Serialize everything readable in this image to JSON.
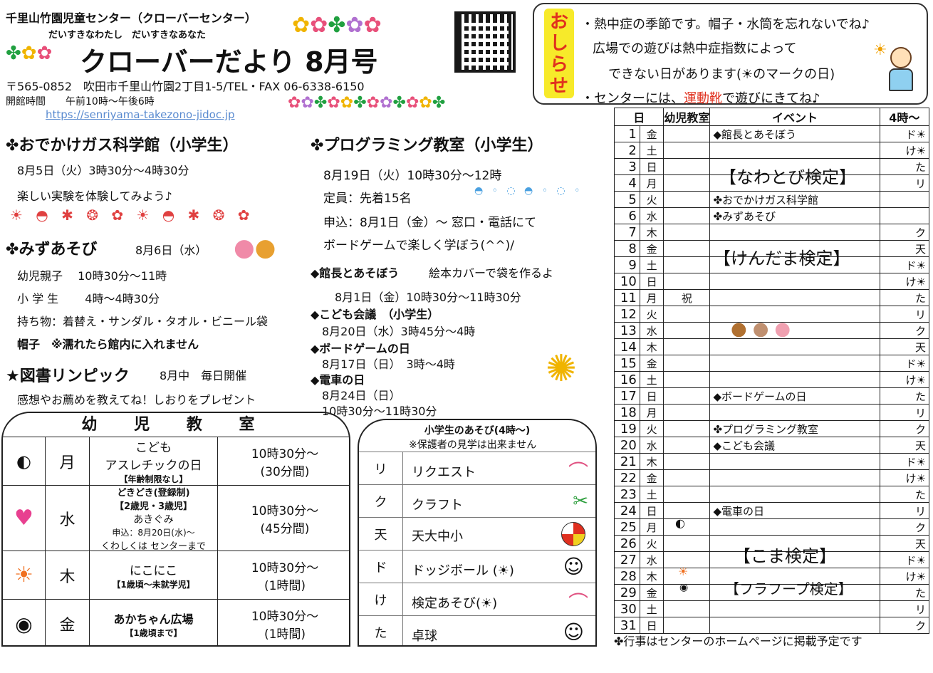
{
  "header": {
    "org": "千里山竹園児童センター（クローバーセンター）",
    "tagline": "だいすきなわたし　だいすきなあなた",
    "title": "クローバーだより 8月号",
    "address": "〒565-0852　吹田市千里山竹園2丁目1-5/TEL・FAX 06-6338-6150",
    "hours": "開館時間　　午前10時～午後6時",
    "url": "https://senriyama-takezono-jidoc.jp"
  },
  "notice": {
    "label": "おしらせ",
    "line1": "・熱中症の季節です。帽子・水筒を忘れないでね♪",
    "line2": "広場での遊びは熱中症指数によって",
    "line3": "できない日があります(☀のマークの日)",
    "line4a": "・センターには、",
    "line4b": "運動靴",
    "line4c": "で遊びにきてね♪"
  },
  "gas": {
    "heading": "おでかけガス科学館（小学生）",
    "date": "8月5日（火）3時30分～4時30分",
    "desc": "楽しい実験を体験してみよう♪"
  },
  "water": {
    "heading": "みずあそび",
    "date": "8月6日（水）",
    "l1": "幼児親子　 10時30分～11時",
    "l2": "小 学 生　　 4時～4時30分",
    "l3": "持ち物：着替え・サンダル・タオル・ビニール袋",
    "l4": "帽子　※濡れたら館内に入れません"
  },
  "library": {
    "heading": "★図書リンピック",
    "date": "8月中　毎日開催",
    "desc": "感想やお薦めを教えてね！しおりをプレゼント"
  },
  "prog": {
    "heading": "プログラミング教室（小学生）",
    "l1": "8月19日（火）10時30分～12時",
    "l2": "定員：先着15名",
    "l3": "申込：8月1日（金）～ 窓口・電話にて",
    "l4": "ボードゲームで楽しく学ぼう(^^)/",
    "kancho_h": "◆館長とあそぼう",
    "kancho_d": "絵本カバーで袋を作るよ",
    "kancho_t": "8月1日（金）10時30分～11時30分",
    "kodomo_h": "◆こども会議　（小学生）",
    "kodomo_t": "8月20日（水）3時45分～4時",
    "board_h": "◆ボードゲームの日",
    "board_t": "8月17日（日）　3時～4時",
    "train_h": "◆電車の日",
    "train_t1": "8月24日（日）",
    "train_t2": "10時30分～11時30分"
  },
  "yoji": {
    "title": "幼 児 教 室",
    "rows": [
      {
        "day": "月",
        "n1": "こども",
        "n2": "アスレチックの日",
        "n3": "【年齢制限なし】",
        "n4": "",
        "n5": "",
        "t1": "10時30分～",
        "t2": "(30分間)"
      },
      {
        "day": "水",
        "n1": "どきどき(登録制)",
        "n2": "【2歳児・3歳児】",
        "n3": "あきぐみ",
        "n4": "申込：8月20日(水)～",
        "n5": "くわしくは センターまで",
        "t1": "10時30分～",
        "t2": "(45分間)"
      },
      {
        "day": "木",
        "n1": "にこにこ",
        "n2": "【1歳頃～未就学児】",
        "n3": "",
        "n4": "",
        "n5": "",
        "t1": "10時30分～",
        "t2": "(1時間)"
      },
      {
        "day": "金",
        "n1": "あかちゃん広場",
        "n2": "【1歳頃まで】",
        "n3": "",
        "n4": "",
        "n5": "",
        "t1": "10時30分～",
        "t2": "(1時間)"
      }
    ]
  },
  "play": {
    "title": "小学生のあそび(4時～)",
    "note": "※保護者の見学は出来ません",
    "rows": [
      {
        "code": "リ",
        "name": "リクエスト"
      },
      {
        "code": "ク",
        "name": "クラフト"
      },
      {
        "code": "天",
        "name": "天大中小"
      },
      {
        "code": "ド",
        "name": "ドッジボール (☀)"
      },
      {
        "code": "け",
        "name": "検定あそび(☀)"
      },
      {
        "code": "た",
        "name": "卓球"
      }
    ]
  },
  "calendar": {
    "headers": [
      "日",
      "幼児教室",
      "イベント",
      "4時～"
    ],
    "rows": [
      {
        "d": "1",
        "w": "金",
        "y": "",
        "e": "◆館長とあそぼう",
        "p": "ド☀"
      },
      {
        "d": "2",
        "w": "土",
        "y": "",
        "e": "",
        "p": "け☀"
      },
      {
        "d": "3",
        "w": "日",
        "y": "",
        "e": "",
        "p": "た"
      },
      {
        "d": "4",
        "w": "月",
        "y": "",
        "e": "",
        "p": "リ"
      },
      {
        "d": "5",
        "w": "火",
        "y": "",
        "e": "おでかけガス科学館",
        "p": ""
      },
      {
        "d": "6",
        "w": "水",
        "y": "",
        "e": "みずあそび",
        "p": ""
      },
      {
        "d": "7",
        "w": "木",
        "y": "",
        "e": "",
        "p": "ク"
      },
      {
        "d": "8",
        "w": "金",
        "y": "",
        "e": "",
        "p": "天"
      },
      {
        "d": "9",
        "w": "土",
        "y": "",
        "e": "",
        "p": "ド☀"
      },
      {
        "d": "10",
        "w": "日",
        "y": "",
        "e": "",
        "p": "け☀"
      },
      {
        "d": "11",
        "w": "月",
        "y": "祝",
        "e": "",
        "p": "た"
      },
      {
        "d": "12",
        "w": "火",
        "y": "",
        "e": "",
        "p": "リ"
      },
      {
        "d": "13",
        "w": "水",
        "y": "",
        "e": "",
        "p": "ク"
      },
      {
        "d": "14",
        "w": "木",
        "y": "",
        "e": "",
        "p": "天"
      },
      {
        "d": "15",
        "w": "金",
        "y": "",
        "e": "",
        "p": "ド☀"
      },
      {
        "d": "16",
        "w": "土",
        "y": "",
        "e": "",
        "p": "け☀"
      },
      {
        "d": "17",
        "w": "日",
        "y": "",
        "e": "◆ボードゲームの日",
        "p": "た"
      },
      {
        "d": "18",
        "w": "月",
        "y": "",
        "e": "",
        "p": "リ"
      },
      {
        "d": "19",
        "w": "火",
        "y": "",
        "e": "プログラミング教室",
        "p": "ク"
      },
      {
        "d": "20",
        "w": "水",
        "y": "",
        "e": "◆こども会議",
        "p": "天"
      },
      {
        "d": "21",
        "w": "木",
        "y": "",
        "e": "",
        "p": "ド☀"
      },
      {
        "d": "22",
        "w": "金",
        "y": "",
        "e": "",
        "p": "け☀"
      },
      {
        "d": "23",
        "w": "土",
        "y": "",
        "e": "",
        "p": "た"
      },
      {
        "d": "24",
        "w": "日",
        "y": "",
        "e": "◆電車の日",
        "p": "リ"
      },
      {
        "d": "25",
        "w": "月",
        "y": "",
        "e": "",
        "p": "ク"
      },
      {
        "d": "26",
        "w": "火",
        "y": "",
        "e": "",
        "p": "天"
      },
      {
        "d": "27",
        "w": "水",
        "y": "",
        "e": "",
        "p": "ド☀"
      },
      {
        "d": "28",
        "w": "木",
        "y": "",
        "e": "",
        "p": "け☀"
      },
      {
        "d": "29",
        "w": "金",
        "y": "",
        "e": "",
        "p": "た"
      },
      {
        "d": "30",
        "w": "土",
        "y": "",
        "e": "",
        "p": "リ"
      },
      {
        "d": "31",
        "w": "日",
        "y": "",
        "e": "",
        "p": "ク"
      }
    ],
    "big1": "【なわとび検定】",
    "big2": "【けんだま検定】",
    "big3": "【こま検定】",
    "big4": "【フラフープ検定】",
    "footnote": "行事はセンターのホームページに掲載予定です"
  }
}
